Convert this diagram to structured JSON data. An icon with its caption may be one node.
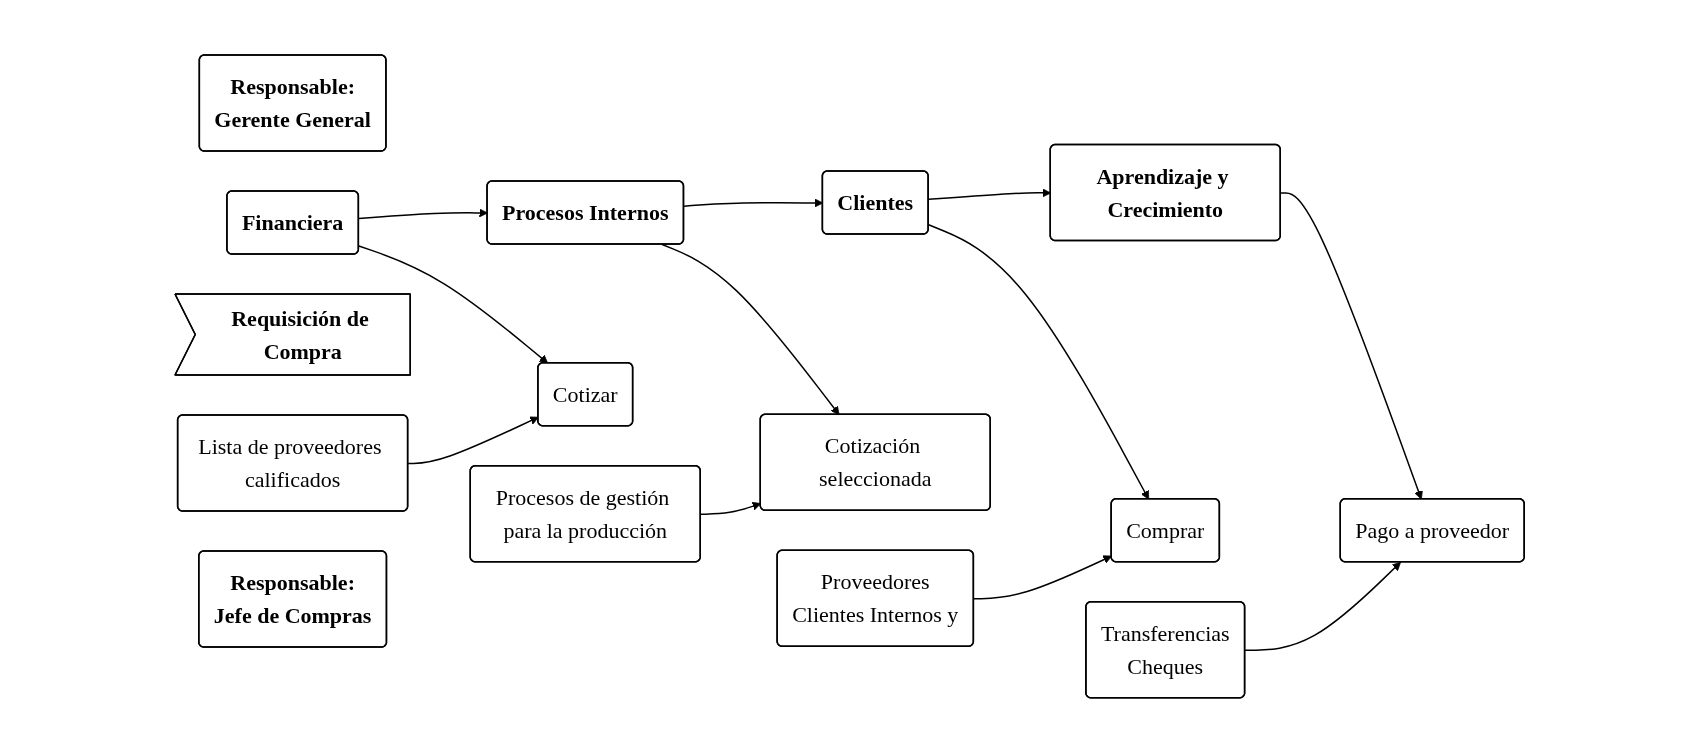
{
  "diagram": {
    "nodes": [
      {
        "text": [
          "Responsable:",
          "Gerente General"
        ]
      },
      {
        "text": [
          "Financiera"
        ]
      },
      {
        "text": [
          "Procesos Internos"
        ]
      },
      {
        "text": [
          "Clientes"
        ]
      },
      {
        "text": [
          "Aprendizaje y Crecimiento"
        ]
      },
      {
        "text": [
          "Requisición de Compra"
        ]
      },
      {
        "text": [
          "Cotizar"
        ]
      },
      {
        "text": [
          "Cotización seleccionada"
        ]
      },
      {
        "text": [
          "Comprar"
        ]
      },
      {
        "text": [
          "Pago a proveedor"
        ]
      },
      {
        "text": [
          "Lista de proveedores calificados"
        ]
      },
      {
        "text": [
          "Procesos de gestión para la producción"
        ]
      },
      {
        "text": [
          "Proveedores",
          "Clientes Internos y"
        ]
      },
      {
        "text": [
          "Transferencias",
          "Cheques"
        ]
      },
      {
        "text": [
          "Responsable:",
          "Jefe de Compras"
        ]
      }
    ],
    "edges": [
      {
        "from": 1,
        "to": 2,
        "arrow": "to"
      },
      {
        "from": 2,
        "to": 3,
        "arrow": "to"
      },
      {
        "from": 3,
        "to": 4,
        "arrow": "to"
      },
      {
        "from": 1,
        "to": 6,
        "arrow": "to"
      },
      {
        "from": 2,
        "to": 7,
        "arrow": "to"
      },
      {
        "from": 3,
        "to": 8,
        "arrow": "to"
      },
      {
        "from": 4,
        "to": 9,
        "arrow": "to"
      },
      {
        "from": 10,
        "to": 6,
        "arrow": "to"
      },
      {
        "from": 11,
        "to": 7,
        "arrow": "to"
      },
      {
        "from": 12,
        "to": 8,
        "arrow": "to"
      },
      {
        "from": 13,
        "to": 9,
        "arrow": "to"
      }
    ]
  }
}
